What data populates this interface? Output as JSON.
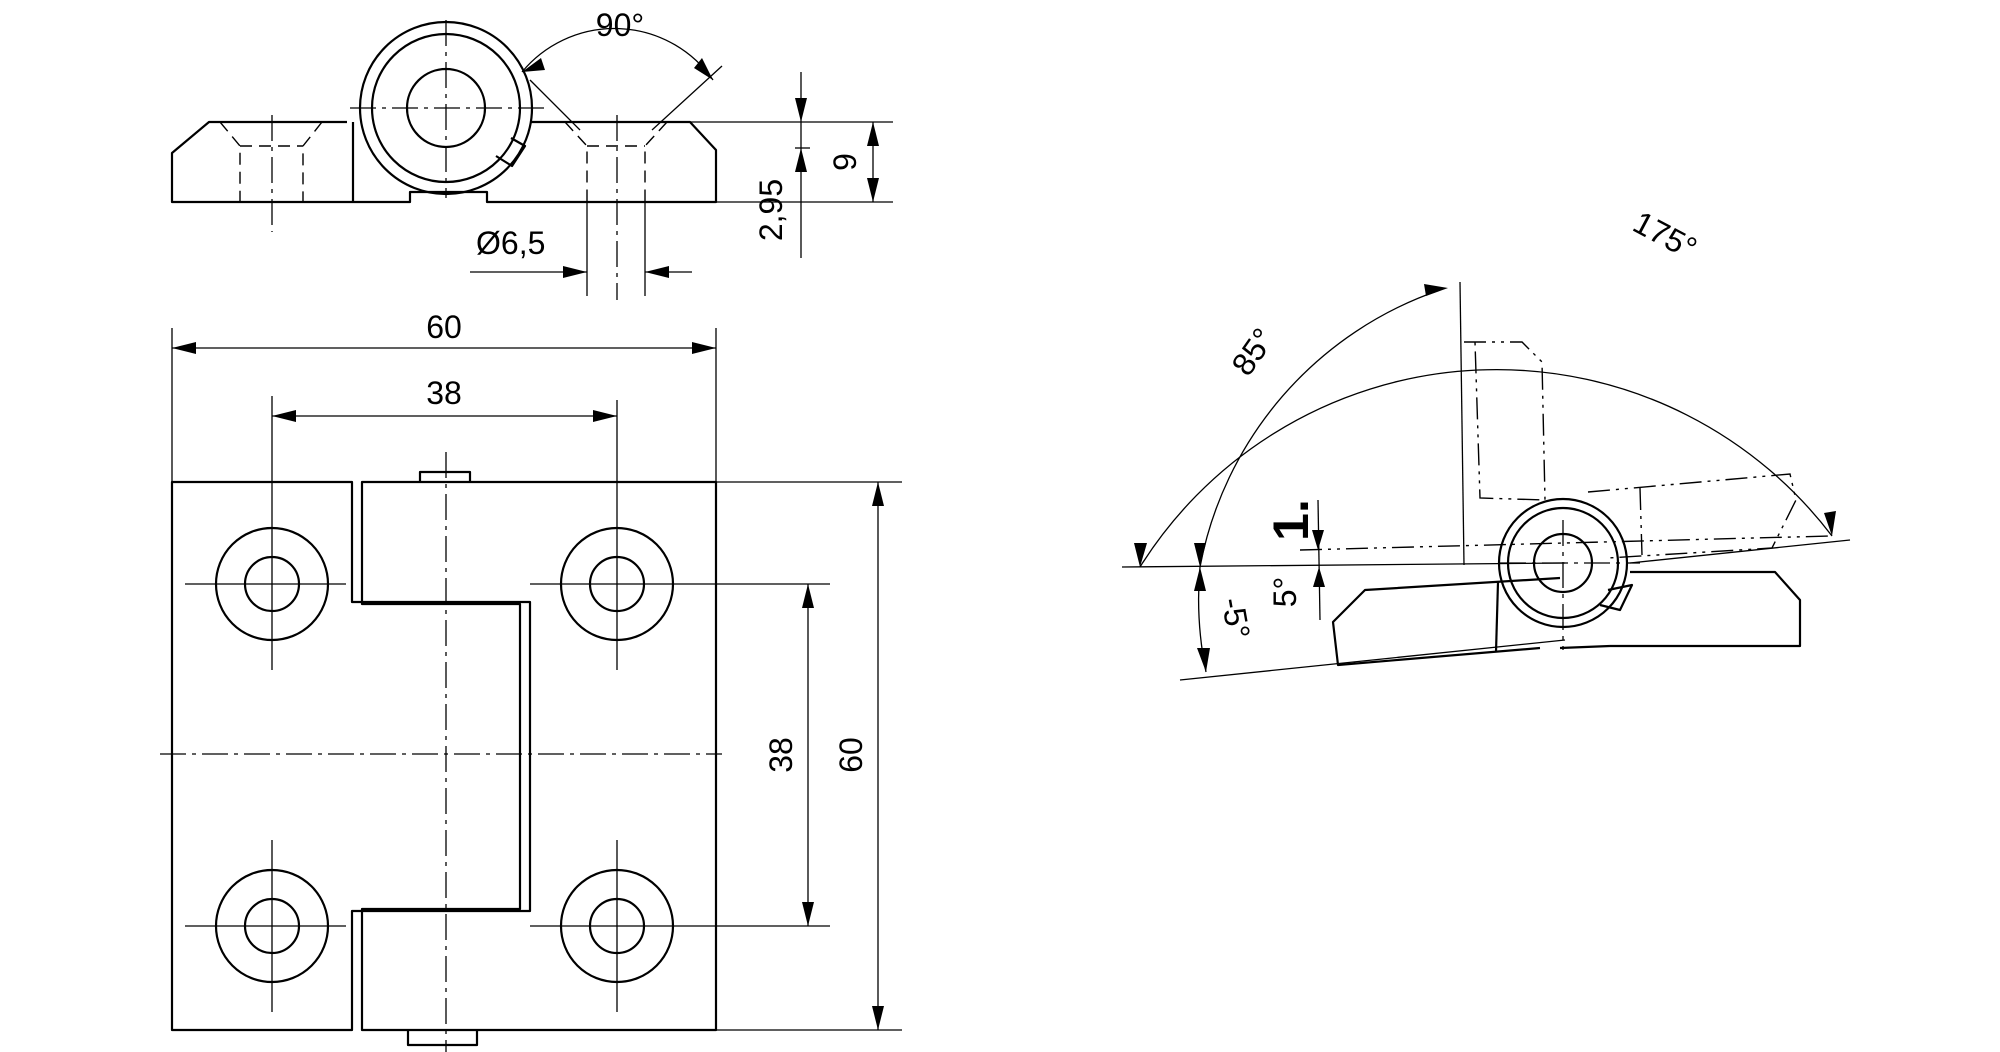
{
  "drawing": {
    "top_view": {
      "angle_label": "90°",
      "hole_label": "Ø6,5",
      "height_label": "9",
      "offset_label": "2,95"
    },
    "front_view": {
      "width_label": "60",
      "hole_spacing_x_label": "38",
      "hole_spacing_y_label": "38",
      "height_label": "60"
    },
    "rotation_view": {
      "total_angle_label": "175°",
      "open_angle_label": "85°",
      "minus_angle_label": "-5°",
      "plus_angle_label": "5°",
      "position_label": "1."
    }
  }
}
